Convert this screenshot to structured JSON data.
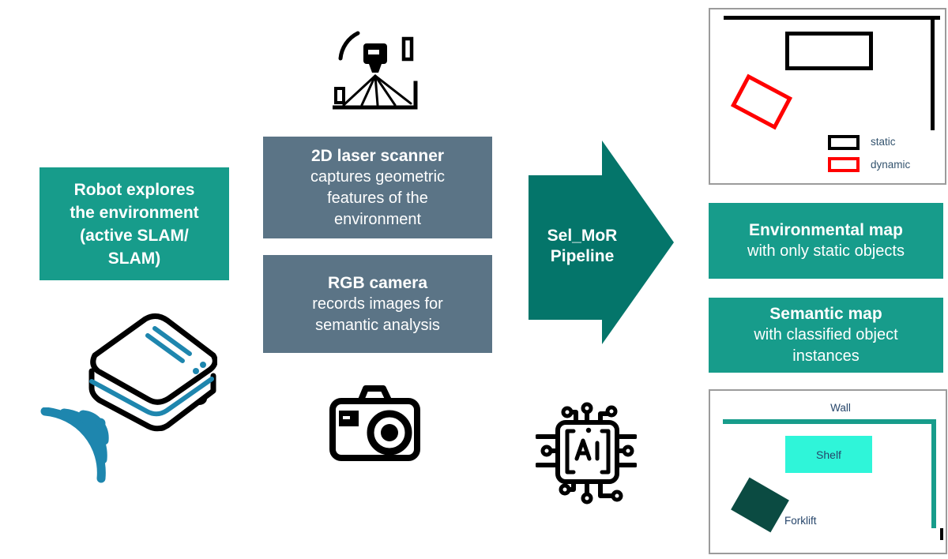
{
  "colors": {
    "teal": "#179C8B",
    "arrow_teal": "#04756A",
    "slate": "#5B7486",
    "blue_accent": "#1E86AE",
    "shelf_cyan": "#2FF5D9",
    "forklift_dark": "#0B4B42",
    "legend_text": "#33536E",
    "map_label_text": "#27466B",
    "dynamic_red": "#FF0000",
    "static_black": "#000000"
  },
  "left_box": {
    "lines": [
      "Robot explores",
      "the environment",
      "(active SLAM/",
      "SLAM)"
    ]
  },
  "sensor_boxes": [
    {
      "title": "2D laser scanner",
      "body_lines": [
        "captures geometric",
        "features of the",
        "environment"
      ]
    },
    {
      "title": "RGB camera",
      "body_lines": [
        "records images for",
        "semantic analysis"
      ]
    }
  ],
  "arrow": {
    "lines": [
      "Sel_MoR",
      "Pipeline"
    ]
  },
  "output_boxes": [
    {
      "title": "Environmental map",
      "body_lines": [
        "with only static objects"
      ]
    },
    {
      "title": "Semantic map",
      "body_lines": [
        "with classified object",
        "instances"
      ]
    }
  ],
  "static_map": {
    "legend": [
      {
        "label": "static"
      },
      {
        "label": "dynamic"
      }
    ]
  },
  "semantic_map": {
    "wall_label": "Wall",
    "shelf_label": "Shelf",
    "forklift_label": "Forklift"
  },
  "icons": {
    "laser": "laser-scanner-icon",
    "camera": "camera-icon",
    "ai": "ai-chip-icon",
    "robot": "robot-icon",
    "signal": "signal-waves-icon"
  }
}
